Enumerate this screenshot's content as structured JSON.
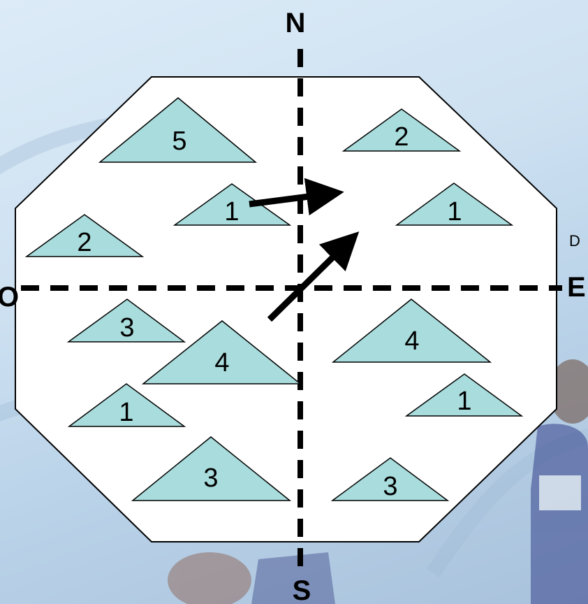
{
  "compass": {
    "north": "N",
    "south": "S",
    "east": "E",
    "west": "O"
  },
  "edge_text": "D",
  "colors": {
    "field": "#ffffff",
    "triangle_fill": "#a9dcdc",
    "outline": "#000000",
    "background": "#cfe2f2"
  },
  "triangles": [
    {
      "label": "5"
    },
    {
      "label": "2"
    },
    {
      "label": "1"
    },
    {
      "label": "1"
    },
    {
      "label": "2"
    },
    {
      "label": "3"
    },
    {
      "label": "4"
    },
    {
      "label": "4"
    },
    {
      "label": "1"
    },
    {
      "label": "1"
    },
    {
      "label": "3"
    },
    {
      "label": "3"
    }
  ]
}
